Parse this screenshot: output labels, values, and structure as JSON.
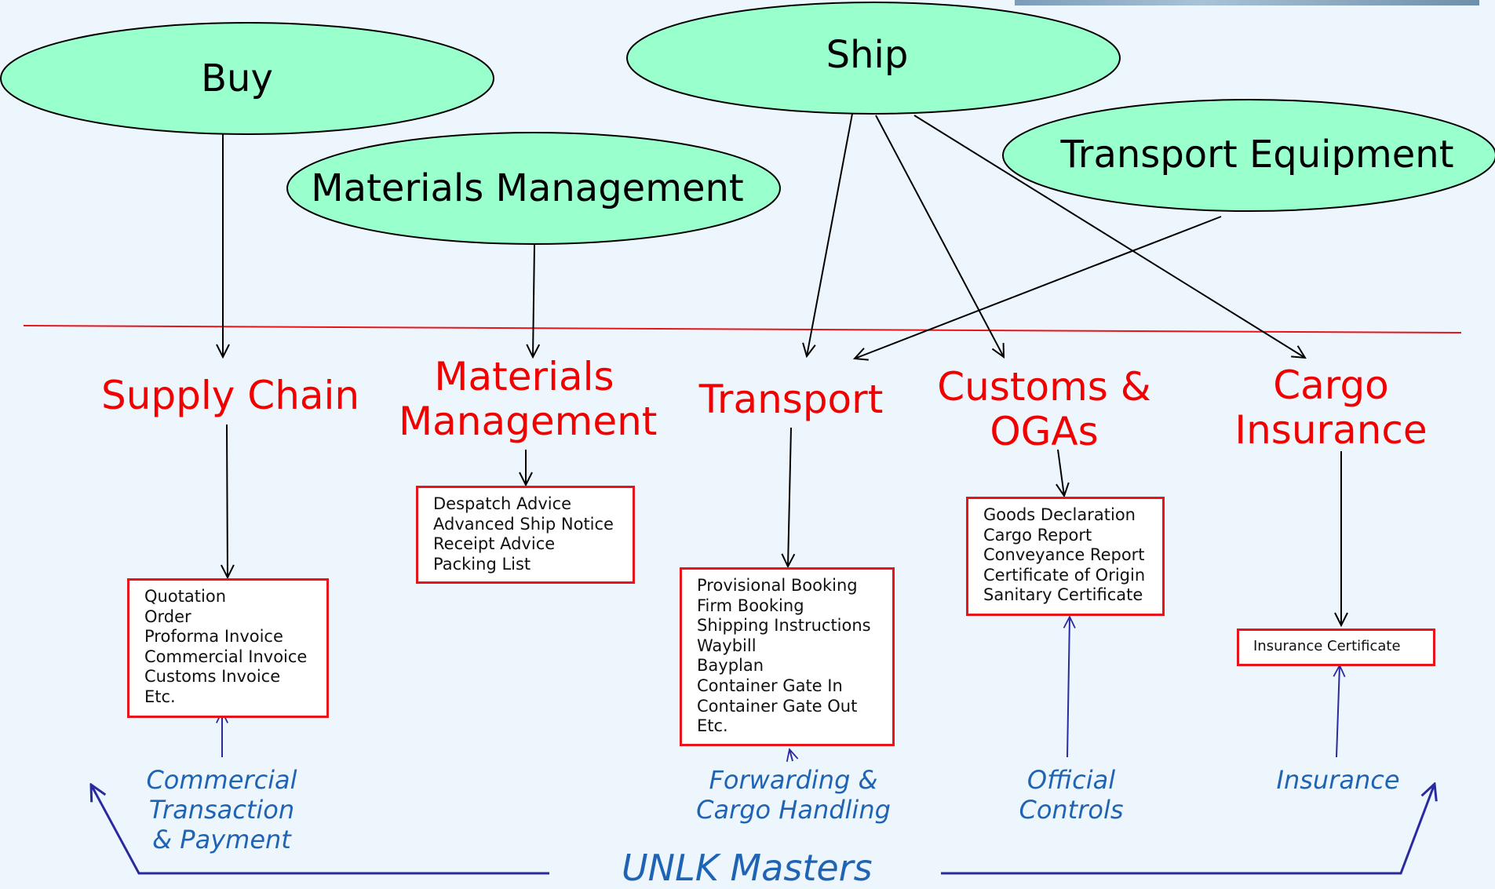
{
  "processes": [
    {
      "id": "buy",
      "label": "Buy"
    },
    {
      "id": "materials-management",
      "label": "Materials Management"
    },
    {
      "id": "ship",
      "label": "Ship"
    },
    {
      "id": "transport-equipment",
      "label": "Transport Equipment"
    }
  ],
  "domains": [
    {
      "id": "supply-chain",
      "lines": [
        "Supply Chain"
      ]
    },
    {
      "id": "materials-management",
      "lines": [
        "Materials",
        "Management"
      ]
    },
    {
      "id": "transport",
      "lines": [
        "Transport"
      ]
    },
    {
      "id": "customs",
      "lines": [
        "Customs &",
        "OGAs"
      ]
    },
    {
      "id": "cargo-insurance",
      "lines": [
        "Cargo",
        "Insurance"
      ]
    }
  ],
  "doc_boxes": [
    {
      "id": "supply-chain",
      "items": [
        "Quotation",
        "Order",
        "Proforma Invoice",
        "Commercial Invoice",
        "Customs Invoice",
        "Etc."
      ]
    },
    {
      "id": "materials-management",
      "items": [
        "Despatch Advice",
        "Advanced Ship Notice",
        "Receipt Advice",
        "Packing List"
      ]
    },
    {
      "id": "transport",
      "items": [
        "Provisional Booking",
        "Firm Booking",
        "Shipping Instructions",
        "Waybill",
        "Bayplan",
        "Container Gate In",
        "Container Gate Out",
        "Etc."
      ]
    },
    {
      "id": "customs",
      "items": [
        "Goods Declaration",
        "Cargo Report",
        "Conveyance Report",
        "Certificate of Origin",
        "Sanitary Certificate"
      ]
    },
    {
      "id": "cargo-insurance",
      "items": [
        "Insurance Certificate"
      ]
    }
  ],
  "work_areas": [
    {
      "id": "commercial",
      "lines": [
        "Commercial",
        "Transaction",
        "& Payment"
      ]
    },
    {
      "id": "forwarding",
      "lines": [
        "Forwarding &",
        "Cargo Handling"
      ]
    },
    {
      "id": "official",
      "lines": [
        "Official",
        "Controls"
      ]
    },
    {
      "id": "insurance",
      "lines": [
        "Insurance"
      ]
    }
  ],
  "footer": {
    "label": "UNLK Masters"
  },
  "colors": {
    "background": "#eef6fd",
    "process_fill": "#99ffcc",
    "domain_text": "#f20000",
    "box_border": "#e8141c",
    "divider": "#e8141c",
    "area_text": "#1f64b4",
    "bottom_arrows": "#2a2aa0"
  }
}
